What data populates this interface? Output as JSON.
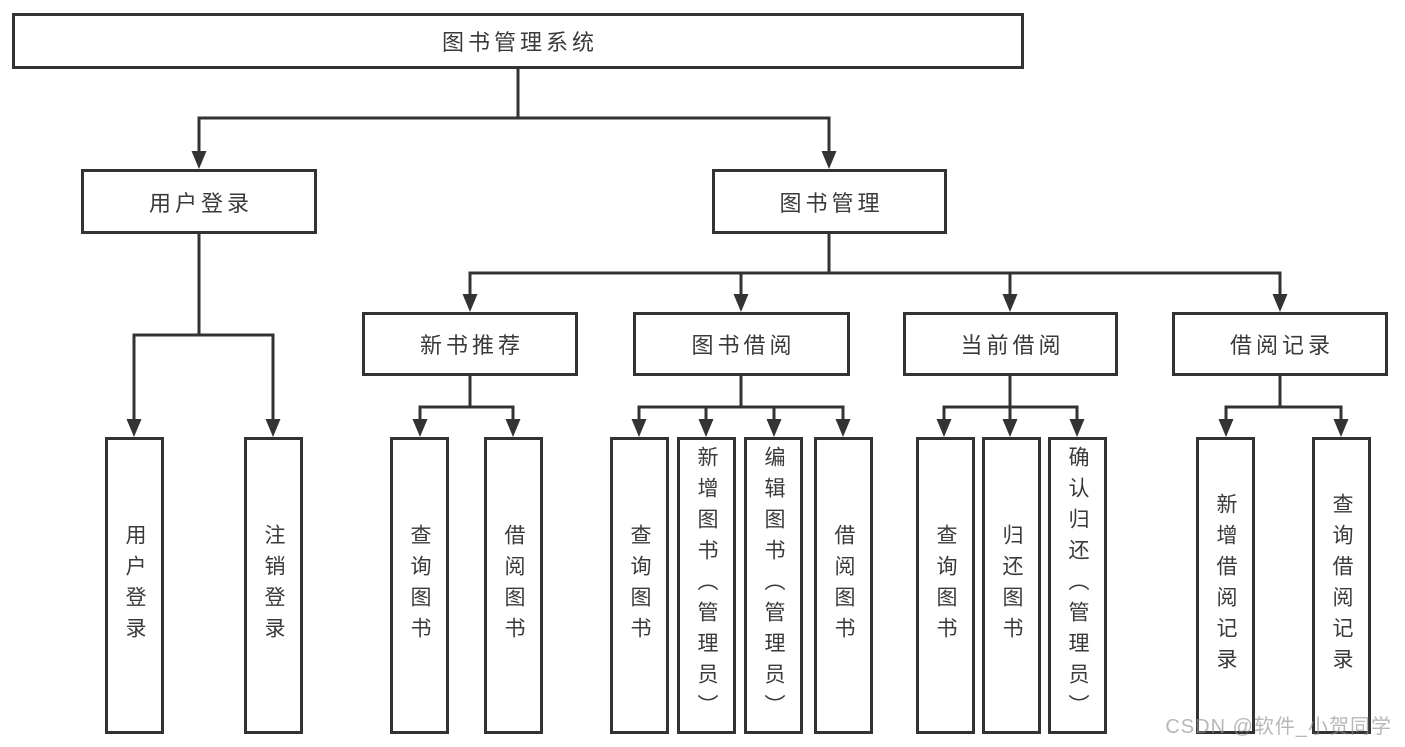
{
  "colors": {
    "line": "#333333",
    "ink": "#3a3a3a",
    "canvas": "#ffffff",
    "watermark_gray": "#919191"
  },
  "watermark": {
    "text": "CSDN @软件_小贺同学"
  },
  "tree": {
    "root": {
      "label": "图书管理系统"
    },
    "branches": [
      {
        "label": "用户登录",
        "children": [
          {
            "label": "用户登录"
          },
          {
            "label": "注销登录"
          }
        ]
      },
      {
        "label": "图书管理",
        "children": [
          {
            "label": "新书推荐",
            "children": [
              {
                "label": "查询图书"
              },
              {
                "label": "借阅图书"
              }
            ]
          },
          {
            "label": "图书借阅",
            "children": [
              {
                "label": "查询图书"
              },
              {
                "label": "新增图书（管理员）"
              },
              {
                "label": "编辑图书（管理员）"
              },
              {
                "label": "借阅图书"
              }
            ]
          },
          {
            "label": "当前借阅",
            "children": [
              {
                "label": "查询图书"
              },
              {
                "label": "归还图书"
              },
              {
                "label": "确认归还（管理员）"
              }
            ]
          },
          {
            "label": "借阅记录",
            "children": [
              {
                "label": "新增借阅记录"
              },
              {
                "label": "查询借阅记录"
              }
            ]
          }
        ]
      }
    ]
  }
}
